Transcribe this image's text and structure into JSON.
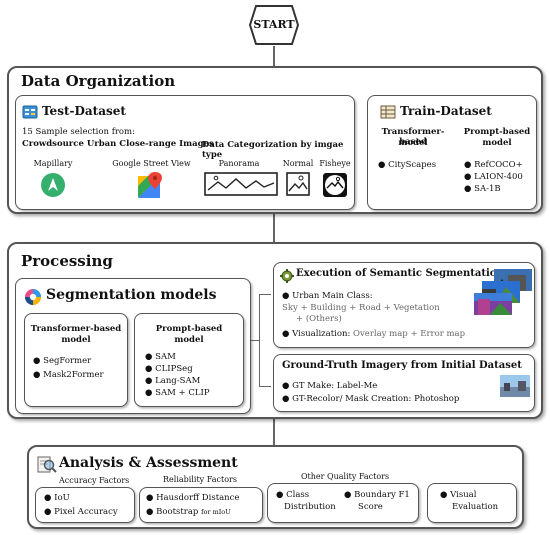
{
  "start": "START",
  "data_org": {
    "title": "Data Organization",
    "test": {
      "title": "Test-Dataset",
      "sample_line1": "15 Sample selection from:",
      "sample_line2": "Crowdsource Urban Close-range Images",
      "mapillary": "Mapillary",
      "gsv": "Google Street View",
      "categ_title": "Data Categorization by imgae type",
      "panorama": "Panorama",
      "normal": "Normal",
      "fisheye": "Fisheye"
    },
    "train": {
      "title": "Train-Dataset",
      "col1_h1": "Transformer-based",
      "col1_h2": "model",
      "col2_h1": "Prompt-based",
      "col2_h2": "model",
      "col1_items": [
        "CityScapes"
      ],
      "col2_items": [
        "RefCOCO+",
        "LAION-400",
        "SA-1B"
      ]
    }
  },
  "processing": {
    "title": "Processing",
    "seg": {
      "title": "Segmentation models",
      "col1_h1": "Transformer-based",
      "col1_h2": "model",
      "col2_h1": "Prompt-based",
      "col2_h2": "model",
      "col1_items": [
        "SegFormer",
        "Mask2Former"
      ],
      "col2_items": [
        "SAM",
        "CLIPSeg",
        "Lang-SAM",
        "SAM + CLIP"
      ]
    },
    "exec": {
      "title": "Execution of Semantic Segmentation",
      "class_label": "Urban Main Class:",
      "class_value1": "Sky + Building + Road + Vegetation",
      "class_value2": "+ (Others)",
      "vis_label": "Visualization:",
      "vis_value": "Overlay map + Error map"
    },
    "gt": {
      "title": "Ground-Truth Imagery from Initial Dataset",
      "item1": "GT Make: Label-Me",
      "item2": "GT-Recolor/ Mask Creation: Photoshop"
    }
  },
  "analysis": {
    "title": "Analysis & Assessment",
    "acc_label": "Accuracy Factors",
    "rel_label": "Reliability Factors",
    "other_label": "Other Quality Factors",
    "acc_items": [
      "IoU",
      "Pixel Accuracy"
    ],
    "rel_item1": "Hausdorff Distance",
    "rel_item2_main": "Bootstrap",
    "rel_item2_small": "for mIoU",
    "class_dist1": "Class",
    "class_dist2": "Distribution",
    "boundary1": "Boundary F1",
    "boundary2": "Score",
    "visual1": "Visual",
    "visual2": "Evaluation"
  },
  "colors": {
    "border": "#555555",
    "connector": "#666666",
    "mapillary": "#35af6d",
    "seg_blue": "#1b4f8a",
    "seg_purple": "#7b3fa0"
  }
}
